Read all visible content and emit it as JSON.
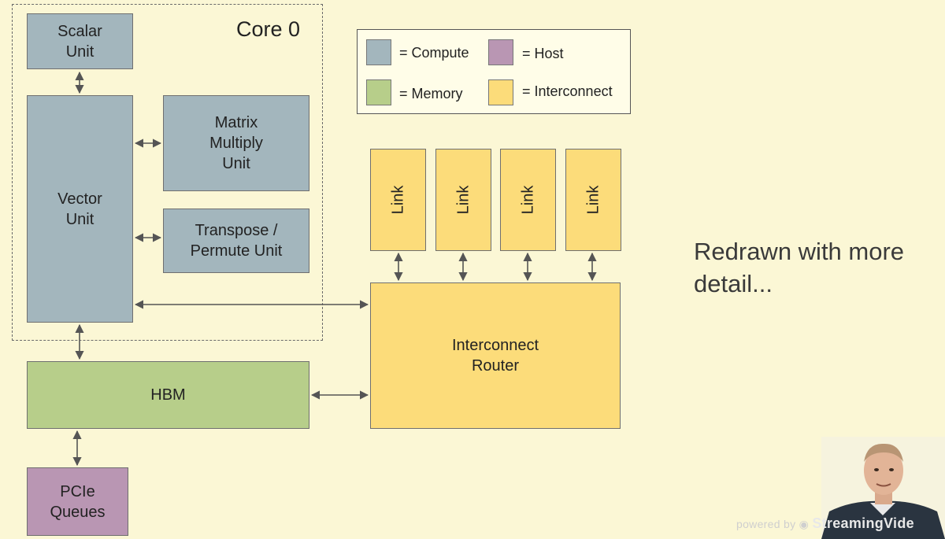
{
  "core": {
    "label": "Core 0"
  },
  "blocks": {
    "scalar": "Scalar\nUnit",
    "vector": "Vector\nUnit",
    "matrix": "Matrix\nMultiply\nUnit",
    "transpose": "Transpose /\nPermute Unit",
    "hbm": "HBM",
    "pcie": "PCIe\nQueues",
    "router": "Interconnect\nRouter",
    "links": [
      "Link",
      "Link",
      "Link",
      "Link"
    ]
  },
  "legend": {
    "compute": "= Compute",
    "host": "= Host",
    "memory": "= Memory",
    "interconnect": "= Interconnect"
  },
  "colors": {
    "background": "#fbf7d5",
    "compute": "#a3b6bd",
    "memory": "#b7ce8a",
    "host": "#b996b3",
    "interconnect": "#fcdc7a"
  },
  "caption": "Redrawn with more\ndetail...",
  "watermark": {
    "prefix": "powered by",
    "brand": "StreamingVide"
  }
}
